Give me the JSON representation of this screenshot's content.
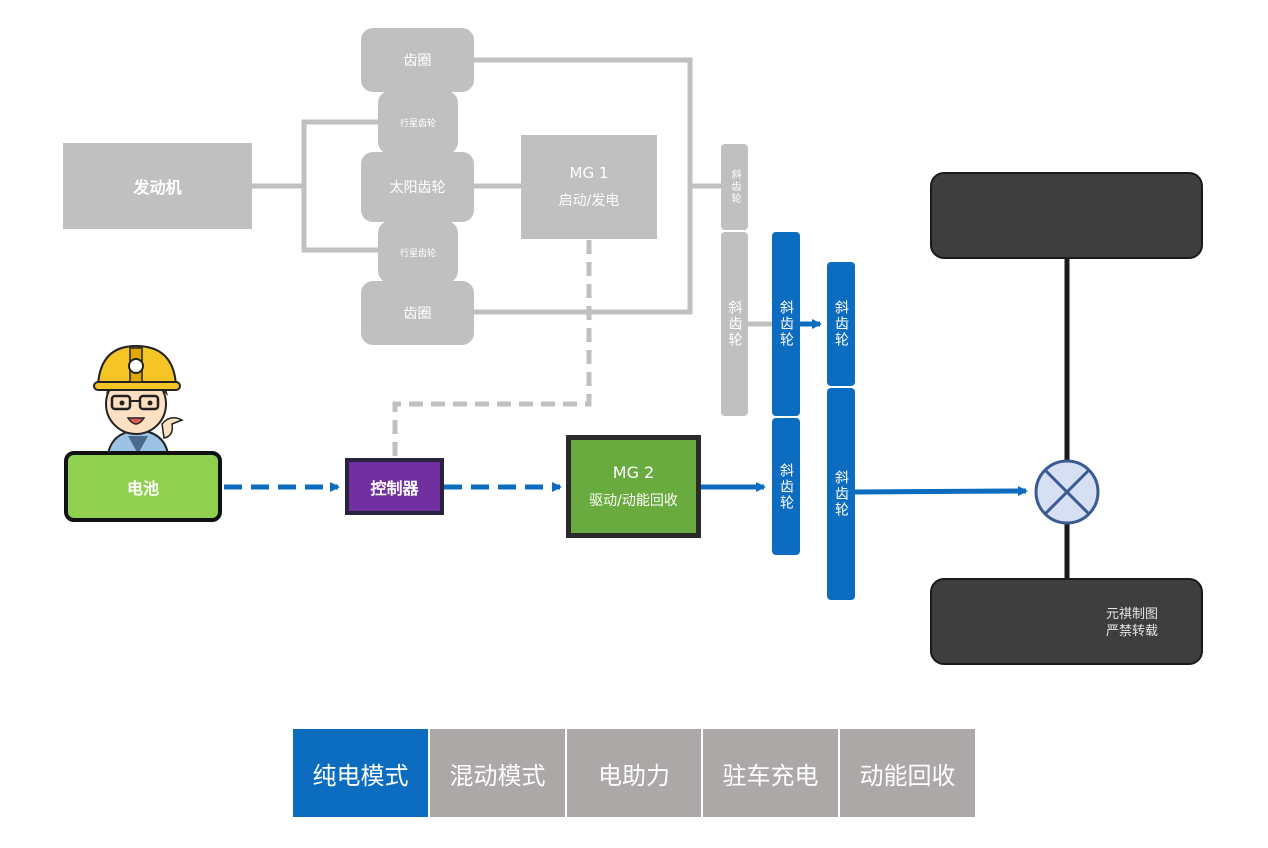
{
  "engine": {
    "label": "发动机"
  },
  "planetary": {
    "ring_top": "齿圈",
    "planet_top": "行星齿轮",
    "sun": "太阳齿轮",
    "planet_bottom": "行星齿轮",
    "ring_bottom": "齿圈"
  },
  "mg1": {
    "title": "MG 1",
    "subtitle": "启动/发电"
  },
  "battery": {
    "label": "电池"
  },
  "controller": {
    "label": "控制器"
  },
  "mg2": {
    "title": "MG 2",
    "subtitle": "驱动/动能回收"
  },
  "helical_gears": {
    "grey_small": "斜齿轮",
    "grey_large": "斜齿轮",
    "blue_upper_left": "斜齿轮",
    "blue_lower_left": "斜齿轮",
    "blue_upper_right": "斜齿轮",
    "blue_lower_right": "斜齿轮"
  },
  "watermark": {
    "line1": "元祺制图",
    "line2": "严禁转载"
  },
  "mode_tabs": [
    {
      "label": "纯电模式",
      "active": true
    },
    {
      "label": "混动模式",
      "active": false
    },
    {
      "label": "电助力",
      "active": false
    },
    {
      "label": "驻车充电",
      "active": false
    },
    {
      "label": "动能回收",
      "active": false
    }
  ],
  "colors": {
    "active_flow": "#0c6cbf",
    "inactive": "#c0c0c0",
    "battery": "#8fd14f",
    "controller": "#7030a0",
    "mg2": "#6aab3f",
    "wheel": "#3e3e3e",
    "tab_inactive": "#aca8a7"
  }
}
